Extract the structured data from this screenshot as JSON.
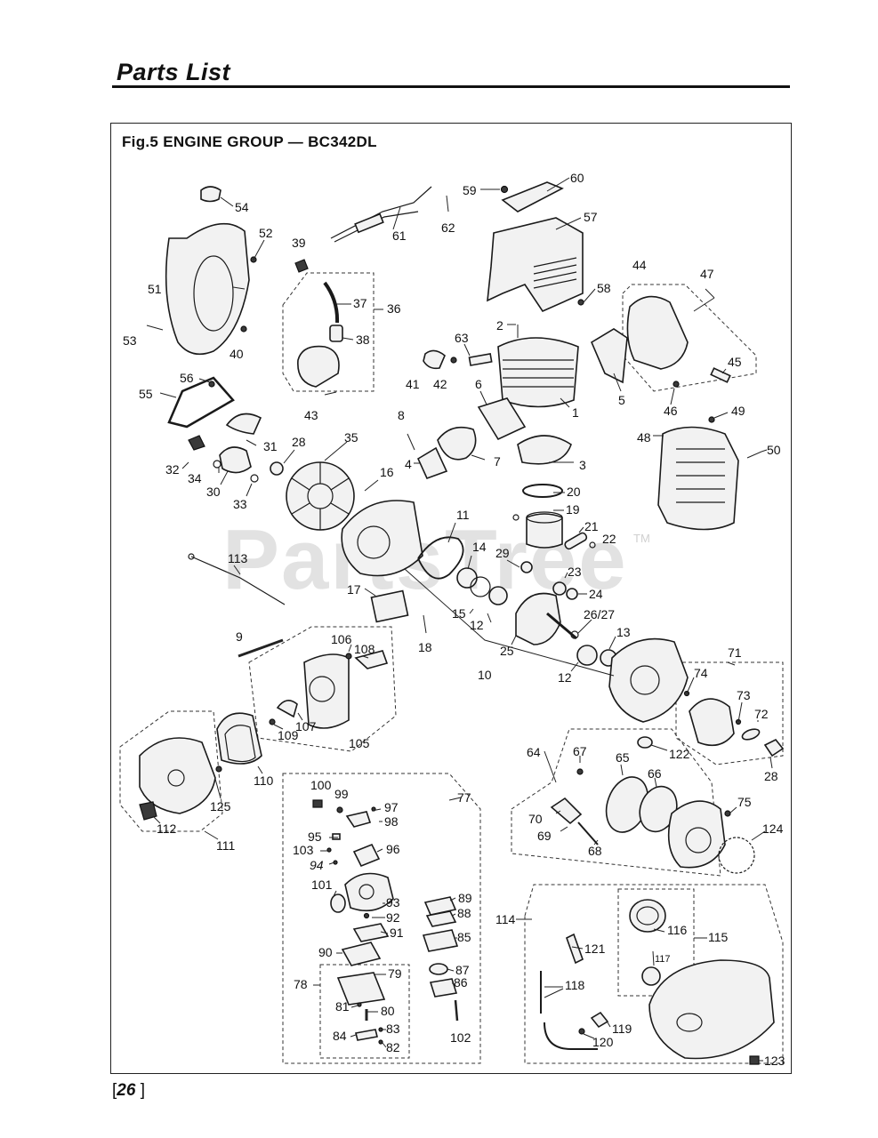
{
  "header": {
    "title": "Parts List"
  },
  "figure": {
    "title": "Fig.5  ENGINE GROUP — BC342DL"
  },
  "watermark": {
    "text": "PartsTree",
    "tm": "TM"
  },
  "page": {
    "number": "26"
  },
  "labels": {
    "l1": "1",
    "l2": "2",
    "l3": "3",
    "l4": "4",
    "l5": "5",
    "l6": "6",
    "l7": "7",
    "l8": "8",
    "l9": "9",
    "l10": "10",
    "l11": "11",
    "l12a": "12",
    "l12b": "12",
    "l13": "13",
    "l14": "14",
    "l15": "15",
    "l16": "16",
    "l17": "17",
    "l18": "18",
    "l19": "19",
    "l20": "20",
    "l21": "21",
    "l22": "22",
    "l23": "23",
    "l24": "24",
    "l25": "25",
    "l26_27": "26/27",
    "l28a": "28",
    "l28b": "28",
    "l29": "29",
    "l30": "30",
    "l31": "31",
    "l32": "32",
    "l33": "33",
    "l34": "34",
    "l35": "35",
    "l36": "36",
    "l37": "37",
    "l38": "38",
    "l39": "39",
    "l40": "40",
    "l41": "41",
    "l42": "42",
    "l43": "43",
    "l44": "44",
    "l45": "45",
    "l46": "46",
    "l47": "47",
    "l48": "48",
    "l49": "49",
    "l50": "50",
    "l51": "51",
    "l52": "52",
    "l53": "53",
    "l54": "54",
    "l55": "55",
    "l56": "56",
    "l57": "57",
    "l58": "58",
    "l59": "59",
    "l60": "60",
    "l61": "61",
    "l62": "62",
    "l63": "63",
    "l64": "64",
    "l65": "65",
    "l66": "66",
    "l67": "67",
    "l68": "68",
    "l69": "69",
    "l70": "70",
    "l71": "71",
    "l72": "72",
    "l73": "73",
    "l74": "74",
    "l75": "75",
    "l77": "77",
    "l78": "78",
    "l79": "79",
    "l80": "80",
    "l81": "81",
    "l82": "82",
    "l83": "83",
    "l84": "84",
    "l85": "85",
    "l86": "86",
    "l87": "87",
    "l88": "88",
    "l89": "89",
    "l90": "90",
    "l91": "91",
    "l92": "92",
    "l93": "93",
    "l94": "94",
    "l95": "95",
    "l96": "96",
    "l97": "97",
    "l98": "98",
    "l99": "99",
    "l100": "100",
    "l101": "101",
    "l102": "102",
    "l103": "103",
    "l105": "105",
    "l106": "106",
    "l107": "107",
    "l108": "108",
    "l109": "109",
    "l110": "110",
    "l111": "111",
    "l112": "112",
    "l113": "113",
    "l114": "114",
    "l115": "115",
    "l116": "116",
    "l117": "117",
    "l118": "118",
    "l119": "119",
    "l120": "120",
    "l121": "121",
    "l122": "122",
    "l123": "123",
    "l124": "124",
    "l125": "125"
  }
}
